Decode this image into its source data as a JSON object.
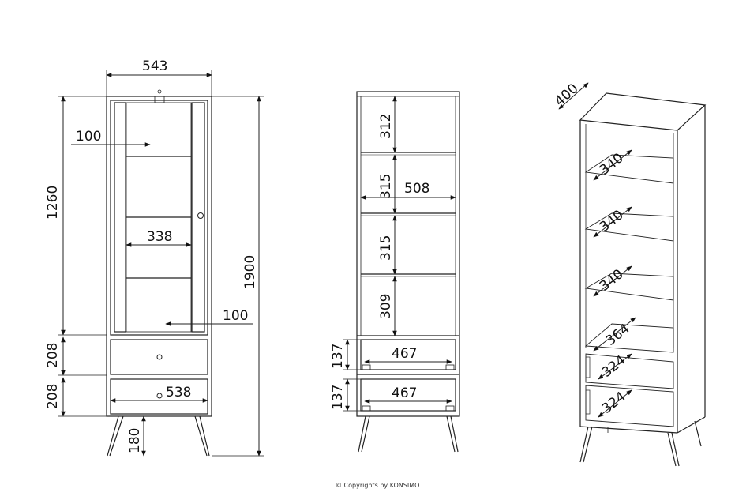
{
  "front_view": {
    "total_width": "543",
    "total_height": "1900",
    "glass_door_height": "1260",
    "frame_width_left": "100",
    "frame_width_right": "100",
    "shelf_inner_width": "338",
    "drawer_height_top": "208",
    "drawer_height_bottom": "208",
    "drawer_front_width": "538",
    "leg_height": "180"
  },
  "section_view": {
    "compartment_1_height": "312",
    "compartment_2_height": "315",
    "inner_width": "508",
    "compartment_3_height": "315",
    "compartment_4_height": "309",
    "drawer_1_height": "137",
    "drawer_1_inner_width": "467",
    "drawer_2_height": "137",
    "drawer_2_inner_width": "467"
  },
  "perspective_view": {
    "depth": "400",
    "shelf_1_depth": "340",
    "shelf_2_depth": "340",
    "shelf_3_depth": "340",
    "bottom_shelf_depth": "364",
    "drawer_1_depth": "324",
    "drawer_2_depth": "324"
  },
  "footer": {
    "copyright": "© Copyrights by KONSIMO."
  }
}
